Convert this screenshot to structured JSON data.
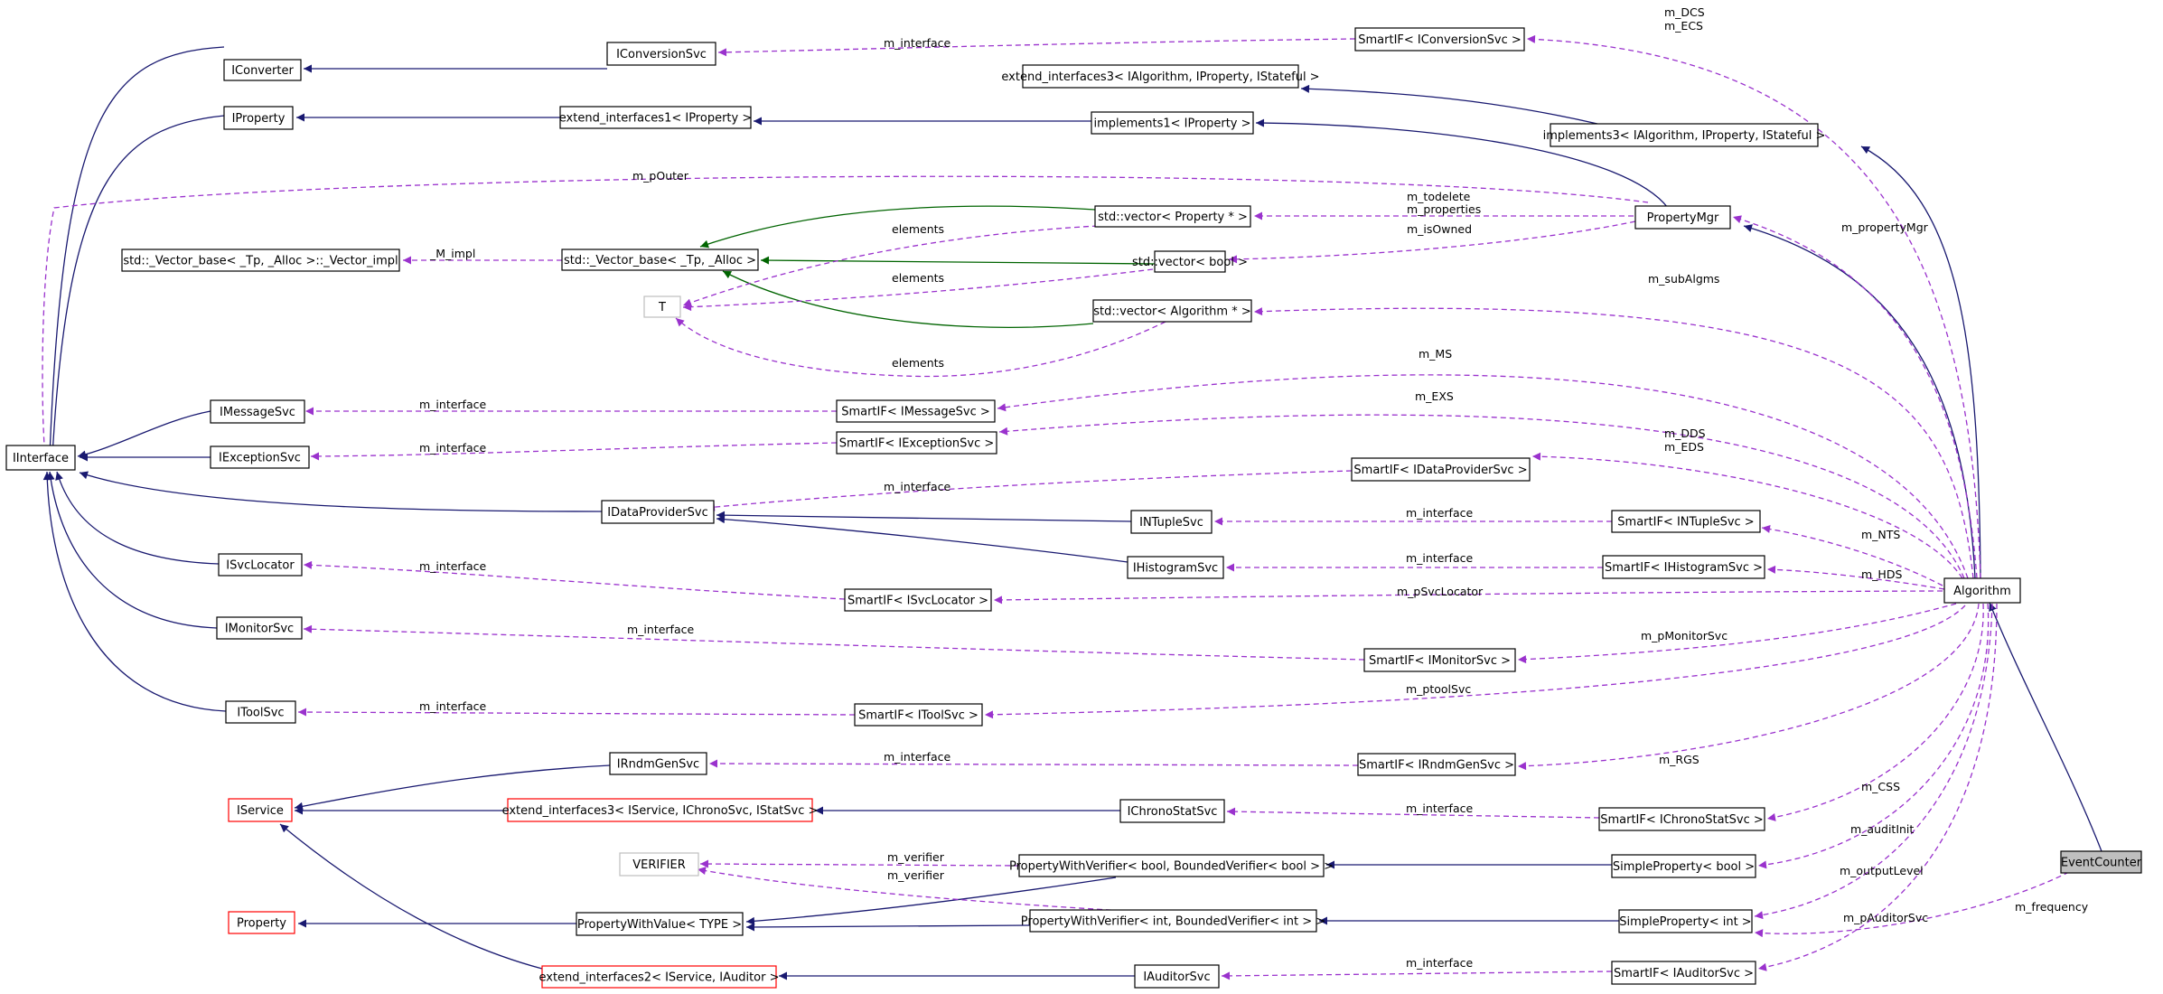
{
  "styles": {
    "node_fill": "#ffffff",
    "node_stroke": "#000000",
    "node_stroke_missing": "#ff0000",
    "node_stroke_template": "#bfbfbf",
    "node_fill_focus": "#bfbfbf",
    "edge_inherit": "#191970",
    "edge_template": "#006400",
    "edge_member": "#9a32cd",
    "edge_template_param": "#bfbfbf"
  },
  "nodes": [
    {
      "id": "EventCounter",
      "label": "EventCounter",
      "style": "focus"
    },
    {
      "id": "Algorithm",
      "label": "Algorithm",
      "style": "normal"
    },
    {
      "id": "IInterface",
      "label": "IInterface",
      "style": "normal"
    },
    {
      "id": "IConverter",
      "label": "IConverter",
      "style": "normal"
    },
    {
      "id": "IProperty",
      "label": "IProperty",
      "style": "normal"
    },
    {
      "id": "IMessageSvc",
      "label": "IMessageSvc",
      "style": "normal"
    },
    {
      "id": "IExceptionSvc",
      "label": "IExceptionSvc",
      "style": "normal"
    },
    {
      "id": "ISvcLocator",
      "label": "ISvcLocator",
      "style": "normal"
    },
    {
      "id": "IMonitorSvc",
      "label": "IMonitorSvc",
      "style": "normal"
    },
    {
      "id": "IToolSvc",
      "label": "IToolSvc",
      "style": "normal"
    },
    {
      "id": "IService",
      "label": "IService",
      "style": "missing"
    },
    {
      "id": "Property",
      "label": "Property",
      "style": "missing"
    },
    {
      "id": "VectorImpl",
      "label": "std::_Vector_base< _Tp, _Alloc >::_Vector_impl",
      "style": "normal"
    },
    {
      "id": "IConversionSvc",
      "label": "IConversionSvc",
      "style": "normal"
    },
    {
      "id": "ExtIfProp",
      "label": "extend_interfaces1< IProperty >",
      "style": "normal"
    },
    {
      "id": "VectorBase",
      "label": "std::_Vector_base< _Tp, _Alloc >",
      "style": "normal"
    },
    {
      "id": "T",
      "label": "T",
      "style": "template"
    },
    {
      "id": "IDataProviderSvc",
      "label": "IDataProviderSvc",
      "style": "normal"
    },
    {
      "id": "IRndmGenSvc",
      "label": "IRndmGenSvc",
      "style": "normal"
    },
    {
      "id": "ExtIf3Svc",
      "label": "extend_interfaces3< IService, IChronoSvc, IStatSvc >",
      "style": "missing"
    },
    {
      "id": "VERIFIER",
      "label": "VERIFIER",
      "style": "template"
    },
    {
      "id": "PropWithValue",
      "label": "PropertyWithValue< TYPE >",
      "style": "normal"
    },
    {
      "id": "ExtIf2Svc",
      "label": "extend_interfaces2< IService, IAuditor >",
      "style": "missing"
    },
    {
      "id": "SmartIFConv",
      "label": "SmartIF< IConversionSvc >",
      "style": "normal"
    },
    {
      "id": "ExtIf3Alg",
      "label": "extend_interfaces3< IAlgorithm, IProperty, IStateful >",
      "style": "normal"
    },
    {
      "id": "Impl1Prop",
      "label": "implements1< IProperty >",
      "style": "normal"
    },
    {
      "id": "Impl3Alg",
      "label": "implements3< IAlgorithm, IProperty, IStateful >",
      "style": "normal"
    },
    {
      "id": "VecProp",
      "label": "std::vector< Property * >",
      "style": "normal"
    },
    {
      "id": "VecBool",
      "label": "std::vector< bool >",
      "style": "normal"
    },
    {
      "id": "VecAlg",
      "label": "std::vector< Algorithm * >",
      "style": "normal"
    },
    {
      "id": "PropertyMgr",
      "label": "PropertyMgr",
      "style": "normal"
    },
    {
      "id": "SmartIFMsg",
      "label": "SmartIF< IMessageSvc >",
      "style": "normal"
    },
    {
      "id": "SmartIFExc",
      "label": "SmartIF< IExceptionSvc >",
      "style": "normal"
    },
    {
      "id": "SmartIFData",
      "label": "SmartIF< IDataProviderSvc >",
      "style": "normal"
    },
    {
      "id": "INTupleSvc",
      "label": "INTupleSvc",
      "style": "normal"
    },
    {
      "id": "SmartIFNT",
      "label": "SmartIF< INTupleSvc >",
      "style": "normal"
    },
    {
      "id": "IHistogramSvc",
      "label": "IHistogramSvc",
      "style": "normal"
    },
    {
      "id": "SmartIFHist",
      "label": "SmartIF< IHistogramSvc >",
      "style": "normal"
    },
    {
      "id": "SmartIFLoc",
      "label": "SmartIF< ISvcLocator >",
      "style": "normal"
    },
    {
      "id": "SmartIFMon",
      "label": "SmartIF< IMonitorSvc >",
      "style": "normal"
    },
    {
      "id": "SmartIFTool",
      "label": "SmartIF< IToolSvc >",
      "style": "normal"
    },
    {
      "id": "SmartIFRndm",
      "label": "SmartIF< IRndmGenSvc >",
      "style": "normal"
    },
    {
      "id": "IChronoStatSvc",
      "label": "IChronoStatSvc",
      "style": "normal"
    },
    {
      "id": "SmartIFChrono",
      "label": "SmartIF< IChronoStatSvc >",
      "style": "normal"
    },
    {
      "id": "PWVBool",
      "label": "PropertyWithVerifier< bool, BoundedVerifier< bool > >",
      "style": "normal"
    },
    {
      "id": "SimplePropBool",
      "label": "SimpleProperty< bool >",
      "style": "normal"
    },
    {
      "id": "PWVInt",
      "label": "PropertyWithVerifier< int, BoundedVerifier< int > >",
      "style": "normal"
    },
    {
      "id": "SimplePropInt",
      "label": "SimpleProperty< int >",
      "style": "normal"
    },
    {
      "id": "IAuditorSvc",
      "label": "IAuditorSvc",
      "style": "normal"
    },
    {
      "id": "SmartIFAud",
      "label": "SmartIF< IAuditorSvc >",
      "style": "normal"
    }
  ],
  "edge_labels": {
    "conv_interface": "m_interface",
    "dcs_ecs": [
      "m_DCS",
      "m_ECS"
    ],
    "pOuter": "m_pOuter",
    "todelete_properties": [
      "m_todelete",
      "m_properties"
    ],
    "isOwned": "m_isOwned",
    "M_impl": "_M_impl",
    "elements_1": "elements",
    "elements_2": "elements",
    "elements_3": "elements",
    "propertyMgr": "m_propertyMgr",
    "subAlgms": "m_subAlgms",
    "MS": "m_MS",
    "msg_interface": "m_interface",
    "EXS": "m_EXS",
    "exc_interface": "m_interface",
    "dds_eds": [
      "m_DDS",
      "m_EDS"
    ],
    "data_interface": "m_interface",
    "nt_interface": "m_interface",
    "NTS": "m_NTS",
    "hist_interface": "m_interface",
    "HDS": "m_HDS",
    "loc_interface": "m_interface",
    "pSvcLocator": "m_pSvcLocator",
    "mon_interface": "m_interface",
    "pMonitorSvc": "m_pMonitorSvc",
    "tool_interface": "m_interface",
    "ptoolSvc": "m_ptoolSvc",
    "rndm_interface": "m_interface",
    "RGS": "m_RGS",
    "chrono_interface": "m_interface",
    "CSS": "m_CSS",
    "auditInit": "m_auditInit",
    "verifier_1": "m_verifier",
    "verifier_2": "m_verifier",
    "outputLevel": "m_outputLevel",
    "pAuditorSvc": "m_pAuditorSvc",
    "frequency": "m_frequency",
    "aud_interface": "m_interface"
  }
}
